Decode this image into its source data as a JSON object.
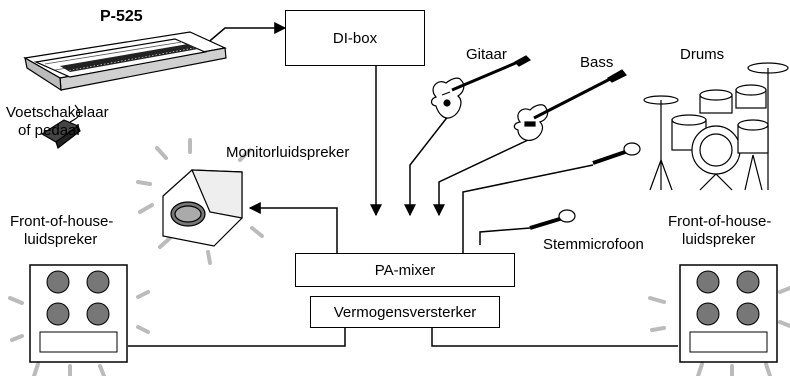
{
  "labels": {
    "piano_model": "P-525",
    "di_box": "DI-box",
    "guitar": "Gitaar",
    "bass": "Bass",
    "drums": "Drums",
    "footswitch_line1": "Voetschakelaar",
    "footswitch_line2": "of pedaal",
    "monitor": "Monitorluidspreker",
    "foh_left_line1": "Front-of-house-",
    "foh_left_line2": "luidspreker",
    "foh_right_line1": "Front-of-house-",
    "foh_right_line2": "luidspreker",
    "pa_mixer": "PA-mixer",
    "amplifier": "Vermogensversterker",
    "vocal_mic": "Stemmicrofoon"
  }
}
